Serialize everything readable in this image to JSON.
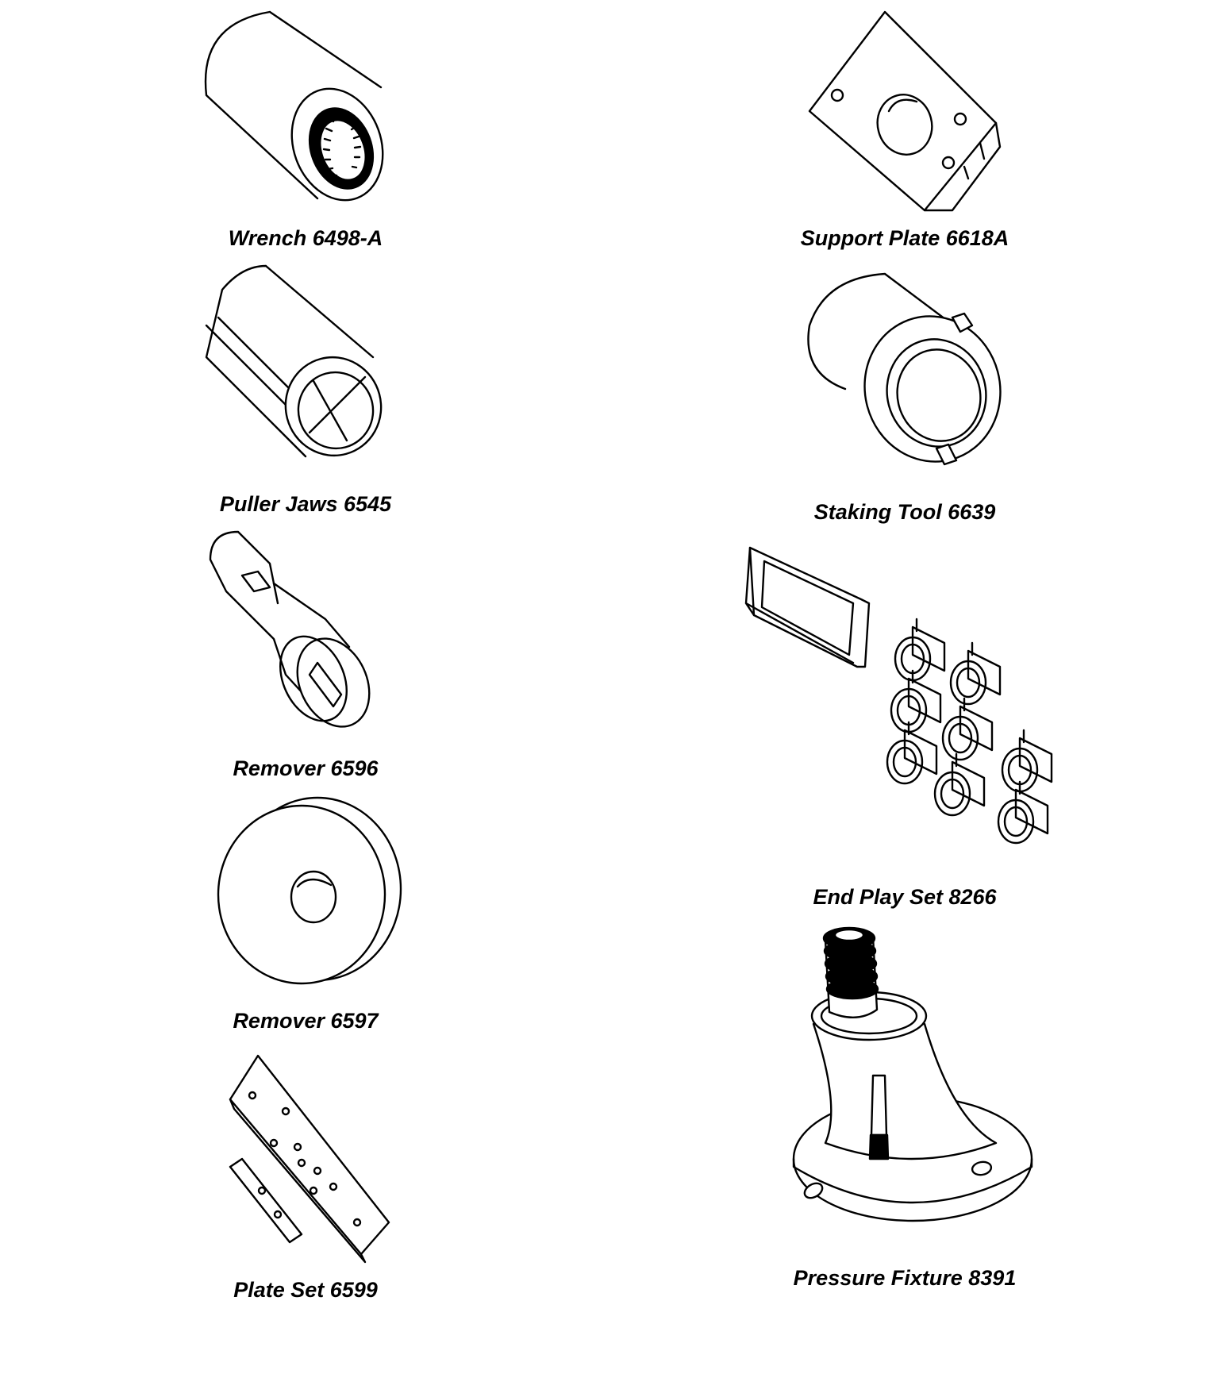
{
  "tools": [
    {
      "label": "Wrench 6498-A",
      "icon": "splined-wrench-sleeve-icon"
    },
    {
      "label": "Puller Jaws 6545",
      "icon": "split-puller-jaws-icon"
    },
    {
      "label": "Remover 6596",
      "icon": "slotted-remover-icon"
    },
    {
      "label": "Remover 6597",
      "icon": "disc-remover-icon"
    },
    {
      "label": "Plate Set 6599",
      "icon": "drilled-plate-set-icon"
    },
    {
      "label": "Support Plate 6618A",
      "icon": "support-plate-icon"
    },
    {
      "label": "Staking Tool 6639",
      "icon": "notched-staking-ring-icon"
    },
    {
      "label": "End Play Set 8266",
      "icon": "end-play-bushing-set-icon"
    },
    {
      "label": "Pressure Fixture 8391",
      "icon": "pressure-fixture-icon"
    }
  ]
}
